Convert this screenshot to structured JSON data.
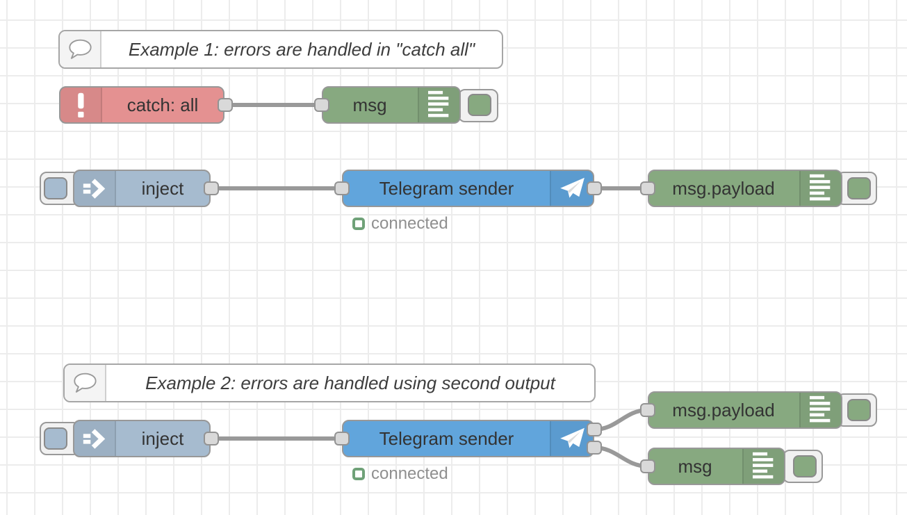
{
  "colors": {
    "inject": "#a6bbcf",
    "debug": "#87a980",
    "catch": "#e49191",
    "telegram": "#61a5dc",
    "wire": "#999999",
    "port": "#d9d9d9",
    "status": "#6fa178",
    "status_text": "#8f8f8f"
  },
  "icons": {
    "comment": "speech-bubble",
    "catch": "exclamation-mark",
    "inject": "double-arrow-right",
    "telegram": "paper-plane",
    "debug": "console-lines",
    "status": "green-square-ring"
  },
  "example1": {
    "comment": "Example 1: errors are handled in \"catch all\"",
    "nodes": {
      "catch": {
        "label": "catch: all"
      },
      "debug_msg": {
        "label": "msg"
      },
      "inject": {
        "label": "inject"
      },
      "telegram": {
        "label": "Telegram sender",
        "status": "connected"
      },
      "debug_payload": {
        "label": "msg.payload"
      }
    }
  },
  "example2": {
    "comment": "Example 2: errors are handled using second output",
    "nodes": {
      "inject": {
        "label": "inject"
      },
      "telegram": {
        "label": "Telegram sender",
        "status": "connected"
      },
      "debug_payload": {
        "label": "msg.payload"
      },
      "debug_msg": {
        "label": "msg"
      }
    }
  }
}
